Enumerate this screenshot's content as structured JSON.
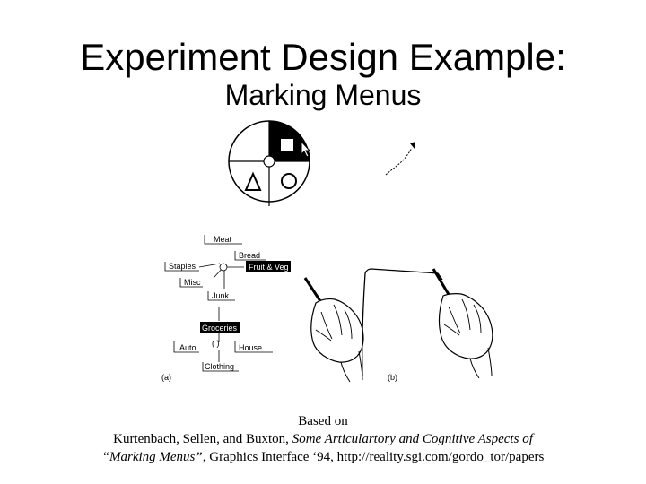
{
  "slide": {
    "title": "Experiment Design Example:",
    "subtitle": "Marking Menus"
  },
  "figure": {
    "menu_items": {
      "meat": "Meat",
      "bread": "Bread",
      "staples": "Staples",
      "fruit_veg": "Fruit & Veg",
      "misc": "Misc",
      "junk": "Junk",
      "groceries": "Groceries",
      "auto": "Auto",
      "house": "House",
      "clothing": "Clothing"
    },
    "panel_labels": {
      "left": "(a)",
      "right": "(b)"
    },
    "icons": [
      "pie-menu-icon",
      "square-icon",
      "triangle-icon",
      "circle-icon",
      "pen-hand-icon",
      "cursor-arrow-icon"
    ]
  },
  "citation": {
    "line1": "Based on",
    "line2_prefix": "Kurtenbach, Sellen, and Buxton, ",
    "line2_italic": "Some Articulartory and Cognitive Aspects of",
    "line3_italic": "“Marking Menus”",
    "line3_suffix": ", Graphics Interface ‘94, http://reality.sgi.com/gordo_tor/papers"
  }
}
